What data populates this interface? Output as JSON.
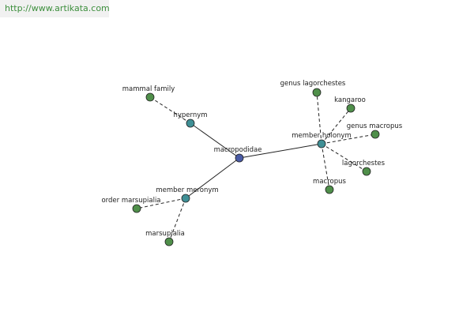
{
  "watermark": "http://www.artikata.com",
  "colors": {
    "root": "#4a5ba6",
    "relation": "#3f8f95",
    "leaf": "#4f8f4a",
    "edge": "#222222"
  },
  "graph": {
    "nodes": [
      {
        "id": "macropodidae",
        "label": "macropodidae",
        "kind": "root"
      },
      {
        "id": "hypernym",
        "label": "hypernym",
        "kind": "relation"
      },
      {
        "id": "member-holonym",
        "label": "member holonym",
        "kind": "relation"
      },
      {
        "id": "member-meronym",
        "label": "member meronym",
        "kind": "relation"
      },
      {
        "id": "mammal-family",
        "label": "mammal family",
        "kind": "leaf"
      },
      {
        "id": "genus-lagorchestes",
        "label": "genus lagorchestes",
        "kind": "leaf"
      },
      {
        "id": "kangaroo",
        "label": "kangaroo",
        "kind": "leaf"
      },
      {
        "id": "genus-macropus",
        "label": "genus macropus",
        "kind": "leaf"
      },
      {
        "id": "lagorchestes",
        "label": "lagorchestes",
        "kind": "leaf"
      },
      {
        "id": "macropus",
        "label": "macropus",
        "kind": "leaf"
      },
      {
        "id": "order-marsupialia",
        "label": "order marsupialia",
        "kind": "leaf"
      },
      {
        "id": "marsupialia",
        "label": "marsupialia",
        "kind": "leaf"
      }
    ],
    "edges": [
      {
        "from": "macropodidae",
        "to": "hypernym",
        "style": "solid"
      },
      {
        "from": "macropodidae",
        "to": "member-holonym",
        "style": "solid"
      },
      {
        "from": "macropodidae",
        "to": "member-meronym",
        "style": "solid"
      },
      {
        "from": "hypernym",
        "to": "mammal-family",
        "style": "dashed"
      },
      {
        "from": "member-holonym",
        "to": "genus-lagorchestes",
        "style": "dashed"
      },
      {
        "from": "member-holonym",
        "to": "kangaroo",
        "style": "dashed"
      },
      {
        "from": "member-holonym",
        "to": "genus-macropus",
        "style": "dashed"
      },
      {
        "from": "member-holonym",
        "to": "lagorchestes",
        "style": "dashed"
      },
      {
        "from": "member-holonym",
        "to": "macropus",
        "style": "dashed"
      },
      {
        "from": "member-meronym",
        "to": "order-marsupialia",
        "style": "dashed"
      },
      {
        "from": "member-meronym",
        "to": "marsupialia",
        "style": "dashed"
      }
    ]
  }
}
